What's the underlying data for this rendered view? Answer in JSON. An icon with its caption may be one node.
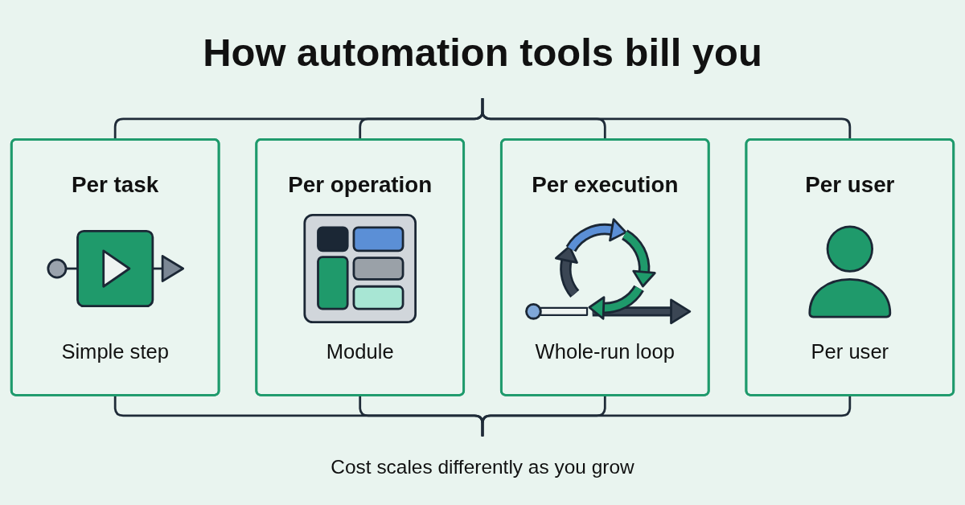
{
  "diagram": {
    "nodes": [
      {
        "text": [
          "How automation tools bill you"
        ]
      },
      {
        "text": [
          "Per task",
          "Simple step"
        ]
      },
      {
        "text": [
          "Per operation",
          "Module"
        ]
      },
      {
        "text": [
          "Per execution",
          "Whole-run loop"
        ]
      },
      {
        "text": [
          "Per user",
          "Per user"
        ]
      },
      {
        "text": [
          "Cost scales differently as you grow"
        ]
      }
    ],
    "edges": [
      {
        "from": 0,
        "to": 1,
        "arrow": "none"
      },
      {
        "from": 0,
        "to": 2,
        "arrow": "none"
      },
      {
        "from": 0,
        "to": 3,
        "arrow": "none"
      },
      {
        "from": 0,
        "to": 4,
        "arrow": "none"
      },
      {
        "from": 1,
        "to": 5,
        "arrow": "none"
      },
      {
        "from": 2,
        "to": 5,
        "arrow": "none"
      },
      {
        "from": 3,
        "to": 5,
        "arrow": "none"
      },
      {
        "from": 4,
        "to": 5,
        "arrow": "none"
      }
    ]
  }
}
